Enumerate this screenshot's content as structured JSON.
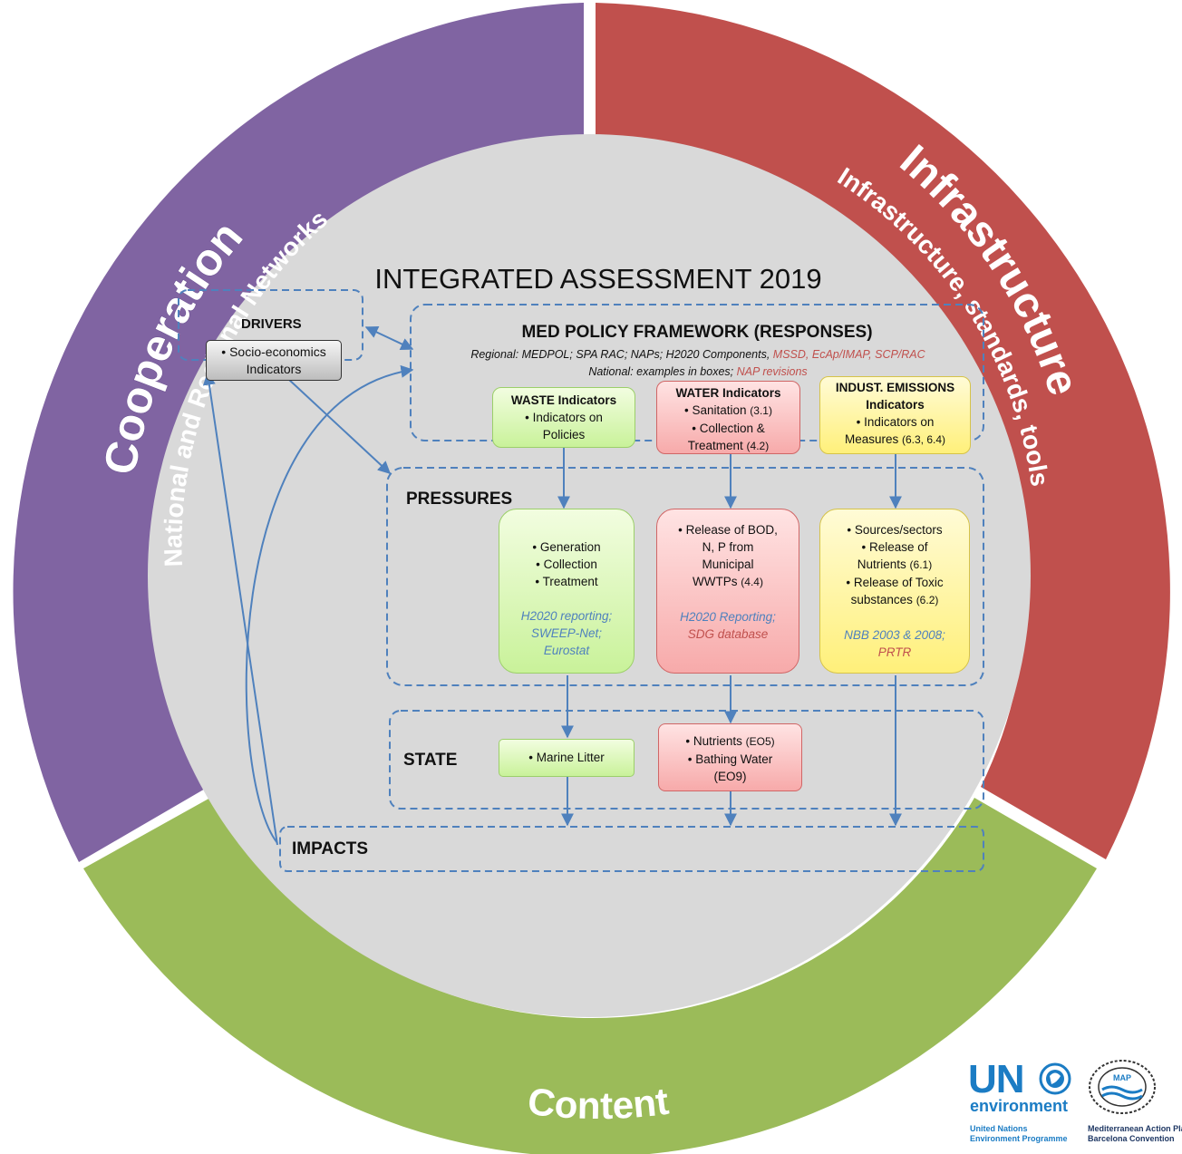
{
  "title": "INTEGRATED ASSESSMENT 2019",
  "ring": {
    "cooperation": {
      "title": "Cooperation",
      "subtitle": "National and Regional Networks"
    },
    "infrastructure": {
      "title": "Infrastructure",
      "subtitle": "Infrastructure, standards, tools"
    },
    "content": {
      "title": "Content"
    }
  },
  "drivers": {
    "label": "DRIVERS",
    "item_1": "Socio-economics",
    "item_2": "Indicators"
  },
  "responses": {
    "title": "MED POLICY FRAMEWORK (RESPONSES)",
    "regional_prefix": "Regional: MEDPOL; SPA RAC; NAPs; H2020 Components, ",
    "regional_red": "MSSD, EcAp/IMAP, SCP/RAC",
    "national_prefix": "National: examples in boxes; ",
    "national_red": "NAP revisions"
  },
  "waste_ind": {
    "title": "WASTE Indicators",
    "l1": "Indicators on",
    "l2": "Policies"
  },
  "water_ind": {
    "title": "WATER Indicators",
    "l1": "Sanitation",
    "l1_code": "(3.1)",
    "l2": "Collection &",
    "l3": "Treatment",
    "l3_code": "(4.2)"
  },
  "indust_ind": {
    "title_1": "INDUST. EMISSIONS",
    "title_2": "Indicators",
    "l1": "Indicators on",
    "l2": "Measures",
    "l2_code": "(6.3, 6.4)"
  },
  "pressures": {
    "label": "PRESSURES"
  },
  "waste_press": {
    "i1": "Generation",
    "i2": "Collection",
    "i3": "Treatment",
    "s1": "H2020 reporting;",
    "s2": "SWEEP-Net;",
    "s3": "Eurostat"
  },
  "water_press": {
    "l1": "Release of BOD,",
    "l2": "N, P from",
    "l3": "Municipal",
    "l4": "WWTPs",
    "code": "(4.4)",
    "s1": "H2020 Reporting;",
    "s2": "SDG database"
  },
  "indust_press": {
    "i1": "Sources/sectors",
    "i2a": "Release of",
    "i2b": "Nutrients",
    "i2_code": "(6.1)",
    "i3a": "Release of Toxic",
    "i3b": "substances",
    "i3_code": "(6.2)",
    "s1": "NBB 2003 & 2008;",
    "s2": "PRTR"
  },
  "state": {
    "label": "STATE",
    "waste": "Marine Litter",
    "water_1": "Nutrients",
    "water_1_code": "(EO5)",
    "water_2": "Bathing Water",
    "water_3": "(EO9)"
  },
  "impacts": {
    "label": "IMPACTS"
  },
  "logos": {
    "un_top": "UN",
    "un_env": "environment",
    "un_sub_1": "United Nations",
    "un_sub_2": "Environment Programme",
    "map_badge": "MAP",
    "map_sub_1": "Mediterranean Action Plan",
    "map_sub_2": "Barcelona Convention"
  },
  "colors": {
    "cooperation": "#8064a2",
    "infrastructure": "#c0504d",
    "content": "#9bbb59",
    "inner": "#d9d9d9",
    "arrow": "#4f81bd"
  }
}
